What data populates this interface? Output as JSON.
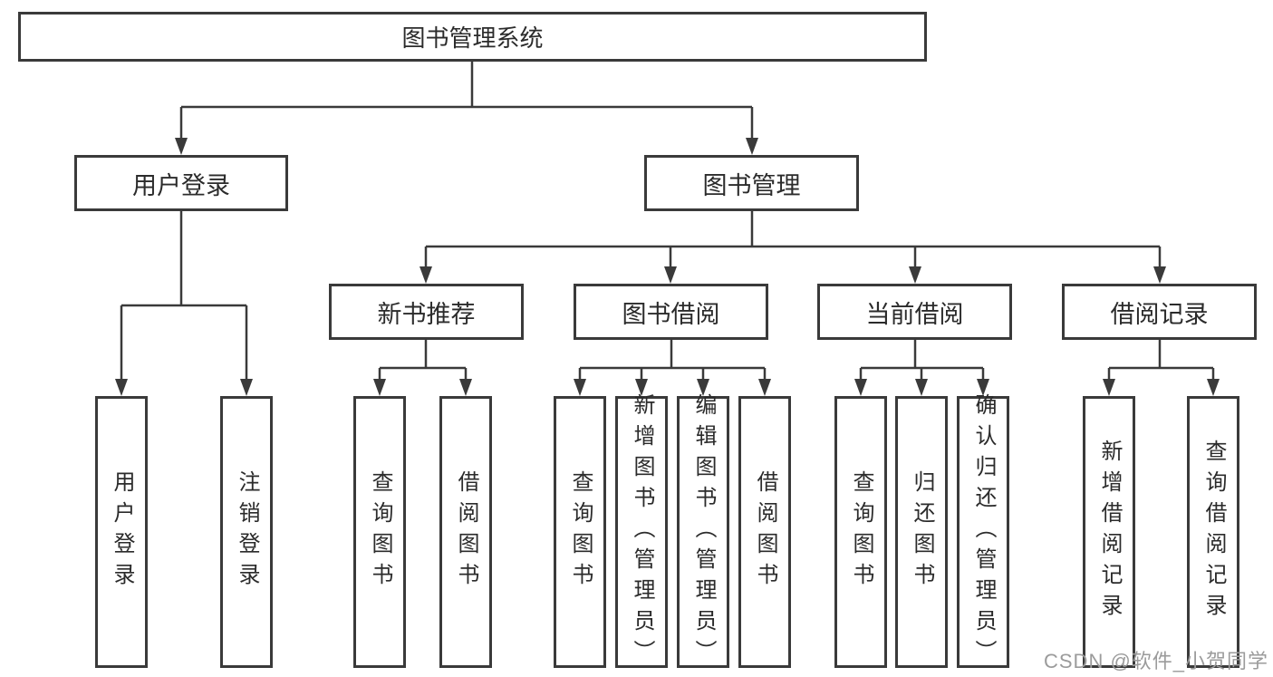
{
  "nodes": {
    "root": "图书管理系统",
    "level2": [
      "用户登录",
      "图书管理"
    ],
    "level3": [
      "新书推荐",
      "图书借阅",
      "当前借阅",
      "借阅记录"
    ],
    "leaves": {
      "user_login": [
        "用户登录",
        "注销登录"
      ],
      "new_book": [
        "查询图书",
        "借阅图书"
      ],
      "book_borrow": [
        "查询图书",
        "新增图书（管理员）",
        "编辑图书（管理员）",
        "借阅图书"
      ],
      "current_borrow": [
        "查询图书",
        "归还图书",
        "确认归还（管理员）"
      ],
      "borrow_records": [
        "新增借阅记录",
        "查询借阅记录"
      ]
    }
  },
  "watermark": "CSDN @软件_小贺同学",
  "colors": {
    "line": "#3a3a3a",
    "box_border": "#3a3a3a",
    "text": "#2b2b2b",
    "background": "#ffffff",
    "watermark": "#9b9b9b"
  }
}
